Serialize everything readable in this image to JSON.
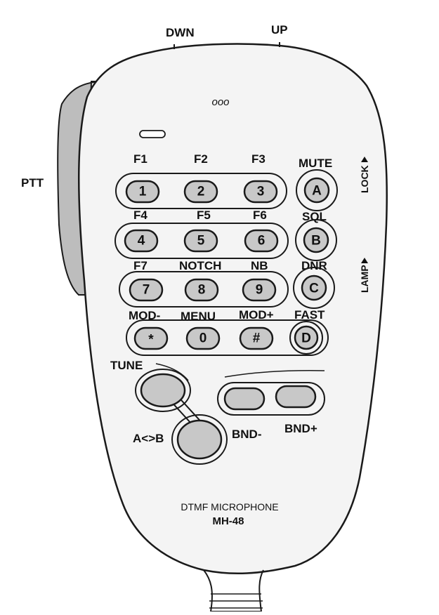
{
  "labels": {
    "dwn": "DWN",
    "up": "UP",
    "ptt": "PTT",
    "lock": "LOCK",
    "lamp": "LAMP",
    "speaker_dots": "ooo",
    "tune": "TUNE",
    "a_b": "A<>B",
    "bnd_minus": "BND-",
    "bnd_plus": "BND+",
    "footer_title": "DTMF MICROPHONE",
    "footer_model": "MH-48"
  },
  "keypad": {
    "rows": [
      {
        "labels": [
          "F1",
          "F2",
          "F3",
          "MUTE"
        ],
        "keys": [
          "1",
          "2",
          "3",
          "A"
        ]
      },
      {
        "labels": [
          "F4",
          "F5",
          "F6",
          "SQL"
        ],
        "keys": [
          "4",
          "5",
          "6",
          "B"
        ]
      },
      {
        "labels": [
          "F7",
          "NOTCH",
          "NB",
          "DNR"
        ],
        "keys": [
          "7",
          "8",
          "9",
          "C"
        ]
      },
      {
        "labels": [
          "MOD-",
          "MENU",
          "MOD+",
          "FAST"
        ],
        "keys": [
          "*",
          "0",
          "#",
          "D"
        ]
      }
    ]
  },
  "colors": {
    "body_fill": "#f4f4f4",
    "key_fill": "#c8c8c8",
    "ptt_fill": "#bdbdbd",
    "stroke": "#1a1a1a"
  }
}
